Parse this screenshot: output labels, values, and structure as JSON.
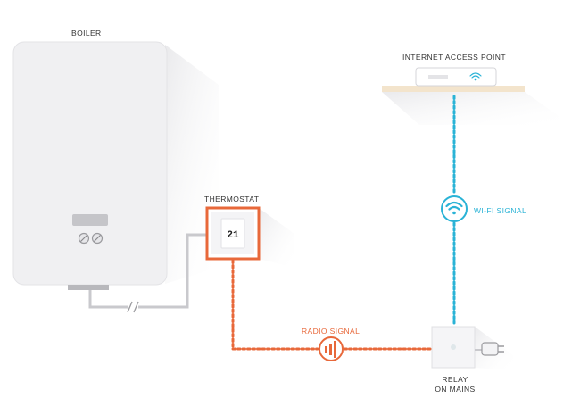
{
  "labels": {
    "boiler": "BOILER",
    "thermostat": "THERMOSTAT",
    "thermostat_display": "21",
    "internet_access_point": "INTERNET ACCESS POINT",
    "wifi_signal": "WI-FI SIGNAL",
    "radio_signal": "RADIO SIGNAL",
    "relay_line1": "RELAY",
    "relay_line2": "ON MAINS"
  },
  "icons": {
    "wifi": "wifi-icon",
    "radio": "radio-signal-icon",
    "plug": "power-plug-icon"
  },
  "colors": {
    "radio": "#e8683a",
    "wifi": "#2ab3d6",
    "thermostat_frame": "#e8683a",
    "shelf": "#f3e4cc",
    "text": "#333333",
    "device_body": "#f0f0f2"
  }
}
